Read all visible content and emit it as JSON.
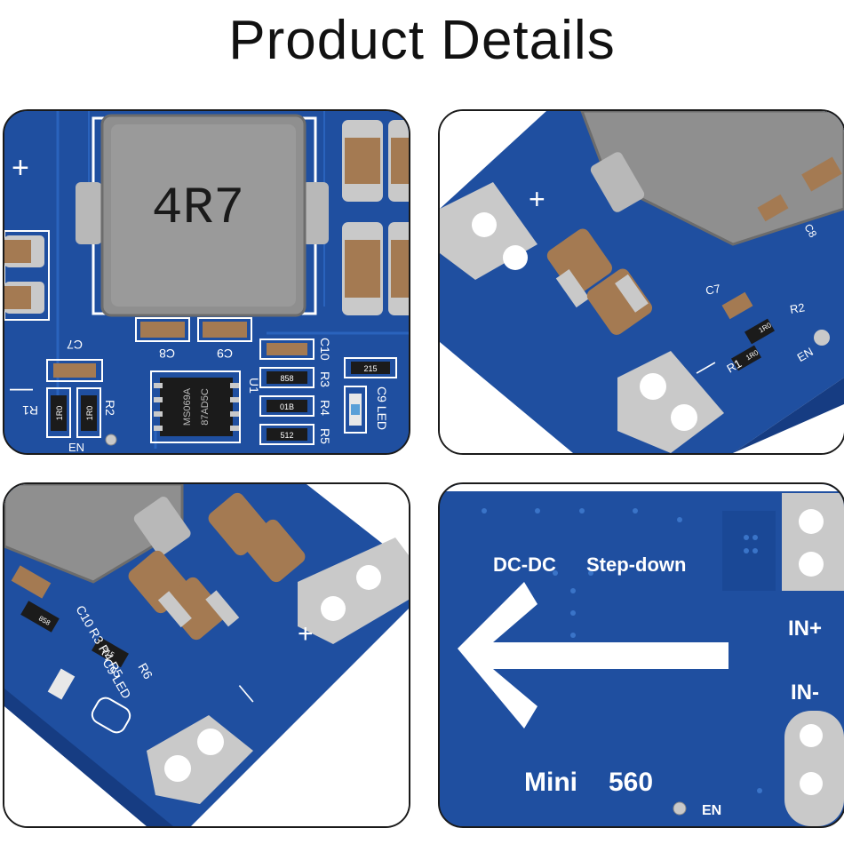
{
  "title": "Product Details",
  "colors": {
    "pcb_blue": "#1f4fa0",
    "pcb_dark_blue": "#163c82",
    "silkscreen": "#ffffff",
    "inductor_gray": "#8f8f8f",
    "capacitor_brown": "#a47a52",
    "pad_silver": "#c9c9c9"
  },
  "panel1": {
    "inductor_marking": "4R7",
    "chip_line1": "MS069A",
    "chip_line2": "87AD5C",
    "labels": {
      "plus": "+",
      "minus": "—",
      "c7": "C7",
      "c8": "C8",
      "c9": "C9",
      "c10": "C10",
      "r1": "R1",
      "r2": "R2",
      "r3": "R3",
      "r4": "R4",
      "r5": "R5",
      "u1": "U1",
      "c9led": "C9 LED",
      "en": "EN",
      "res_858": "858",
      "res_01b": "01B",
      "res_512": "512",
      "res_215": "215",
      "res_1r0a": "1R0",
      "res_1r0b": "1R0"
    }
  },
  "panel2": {
    "labels": {
      "plus": "+",
      "minus": "—",
      "c7": "C7",
      "r1": "R1",
      "r2": "R2",
      "en": "EN",
      "c8": "C8",
      "res_1r0a": "1R0",
      "res_1r0b": "1R0"
    }
  },
  "panel3": {
    "labels": {
      "plus": "+",
      "minus": "—",
      "c10r3r4r5": "C10 R3 R4 R5",
      "c9led": "C9 LED",
      "r6": "R6",
      "res_858": "858",
      "res_215": "215"
    }
  },
  "panel4": {
    "labels": {
      "dcdc": "DC-DC",
      "stepdown": "Step-down",
      "in_plus": "IN+",
      "in_minus": "IN-",
      "mini": "Mini",
      "model": "560",
      "en": "EN"
    }
  }
}
